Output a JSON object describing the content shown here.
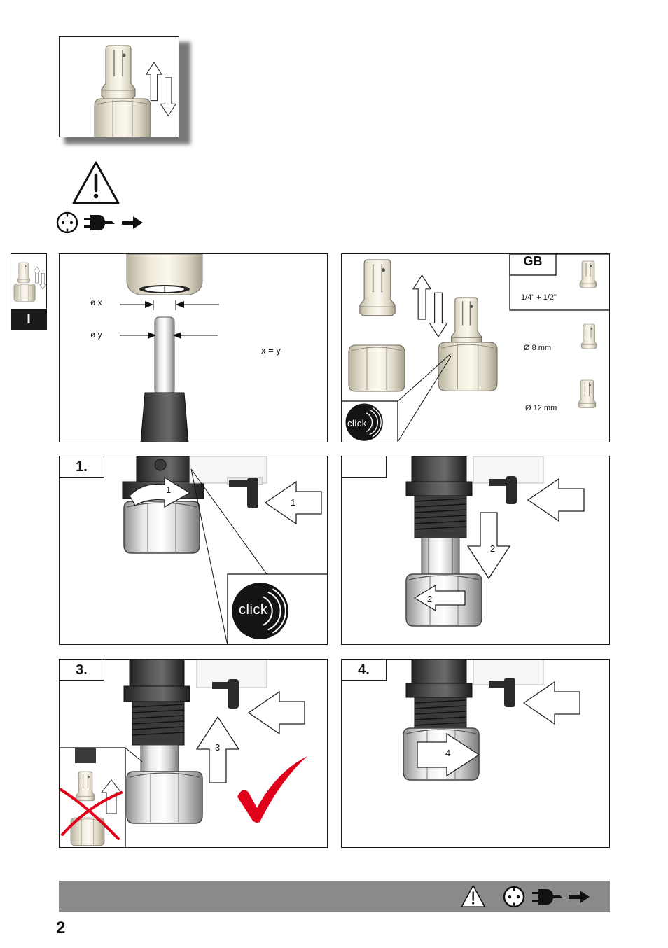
{
  "side_tab": {
    "letter": "I"
  },
  "panels": {
    "measure": {
      "label_x": "ø x",
      "label_y": "ø y",
      "equation": "x = y"
    },
    "sizes": {
      "lang_label": "GB",
      "size_1": "1/4\" + 1/2\"",
      "size_2": "Ø 8 mm",
      "size_3": "Ø 12 mm",
      "click_text": "click"
    },
    "step1": {
      "label": "1.",
      "arrow_a": "1",
      "arrow_b": "1",
      "click_text": "click"
    },
    "step2": {
      "label": "",
      "arrow_a": "2",
      "arrow_b": "2"
    },
    "step3": {
      "label": "3.",
      "arrow_a": "3"
    },
    "step4": {
      "label": "4.",
      "arrow_a": "4"
    }
  },
  "footer": {
    "page_number": "2"
  },
  "colors": {
    "footer_bar": "#8a8a8a",
    "check_red": "#e1001a",
    "tab_black": "#1a1a1a"
  },
  "icons": [
    "warning-icon",
    "socket-icon",
    "plug-icon",
    "arrow-right-icon",
    "click-badge-icon",
    "checkmark-icon",
    "cross-icon"
  ]
}
